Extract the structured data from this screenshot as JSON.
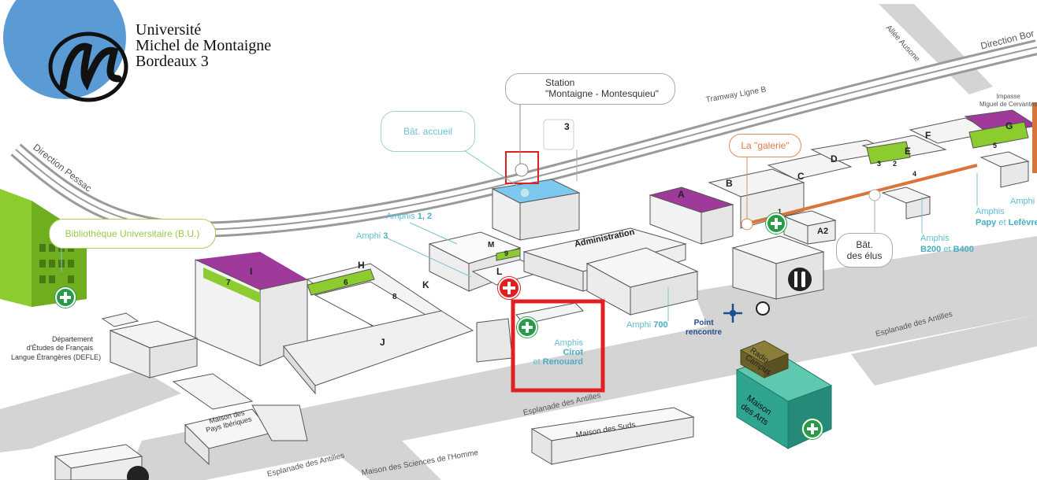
{
  "university": {
    "line1": "Université",
    "line2": "Michel de Montaigne",
    "line3": "Bordeaux 3",
    "brand_color": "#5b9bd5"
  },
  "roads": {
    "allee_ausone": "Allée Ausone",
    "direction_top_right": "Direction Bor",
    "tramway": "Tramway Ligne B",
    "direction_pessac": "Direction Pessac",
    "impasse_line1": "Impasse",
    "impasse_line2": "Miguel de Cervantes",
    "esplanade_right": "Esplanade des Antilles",
    "esplanade_center": "Esplanade des Antilles",
    "esplanade_bottom": "Esplanade des Antilles",
    "sciences_homme": "Maison des Sciences de l'Homme"
  },
  "callouts": {
    "station_line1": "Station",
    "station_line2": "\"Montaigne - Montesquieu\"",
    "bat_accueil": "Bât. accueil",
    "galerie": "La \"galerie\"",
    "bu": "Bibliothèque Universitaire (B.U.)",
    "bat_elus_line1": "Bât.",
    "bat_elus_line2": "des élus"
  },
  "labels": {
    "amphis_12_prefix": "Amphis ",
    "amphis_12_num": "1, 2",
    "amphi_3_prefix": "Amphi ",
    "amphi_3_num": "3",
    "amphi_700_prefix": "Amphi ",
    "amphi_700_num": "700",
    "administration": "Administration",
    "cirot_line1": "Amphis",
    "cirot_line2": "Cirot",
    "cirot_line3_prefix": "et ",
    "cirot_line3": "Renouard",
    "point_line1": "Point",
    "point_line2": "rencontre",
    "b200_line1": "Amphis",
    "b200_a": "B200",
    "b200_et": " et ",
    "b200_b": "B400",
    "papy_line1": "Amphis",
    "papy_a": "Papy",
    "papy_et": " et ",
    "papy_b": "Lefèvre",
    "amphi_right": "Amphi",
    "defle_line1": "Département",
    "defle_line2": "d'Études de Français",
    "defle_line3": "Langue Étrangères (DEFLE)",
    "pays_line1": "Maison des",
    "pays_line2": "Pays Ibériques",
    "maison_suds": "Maison des Suds",
    "radio_line1": "Radio",
    "radio_line2": "Campus",
    "arts_line1": "Maison",
    "arts_line2": "des Arts"
  },
  "buildings": {
    "A": "A",
    "B": "B",
    "C": "C",
    "D": "D",
    "E": "E",
    "F": "F",
    "G": "G",
    "H": "H",
    "I": "I",
    "J": "J",
    "K": "K",
    "L": "L",
    "M": "M",
    "A2": "A2"
  },
  "floors": {
    "n7": "7",
    "n6": "6",
    "n8": "8",
    "n9": "9",
    "n1": "1",
    "n3": "3",
    "n2": "2",
    "n4": "4",
    "n5": "5",
    "v3": "3"
  },
  "colors": {
    "purple_roof": "#a03a9a",
    "green_band": "#8ccc2e",
    "cyan_label": "#5fbfcf",
    "road_gray": "#d4d4d4",
    "red_highlight": "#e02020",
    "teal_building": "#2fa590",
    "orange_walkway": "#d9743a"
  },
  "icons": [
    "tbm-logo-icon",
    "v3-bike-icon",
    "green-cross-icon",
    "red-cross-icon",
    "restaurant-icon",
    "euro-icon",
    "meeting-point-icon"
  ]
}
